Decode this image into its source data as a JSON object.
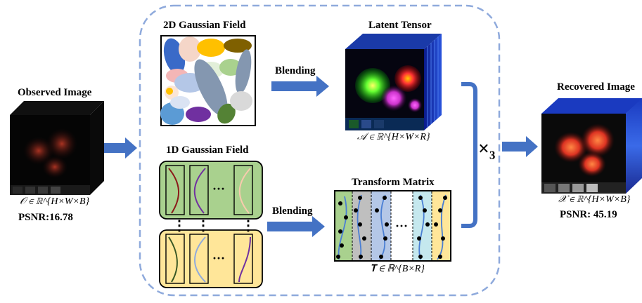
{
  "labels": {
    "observed_title": "Observed Image",
    "observed_math": "𝒪 ∈ ℝ^{H×W×B}",
    "observed_psnr": "PSNR:16.78",
    "gaussian2d_title": "2D Gaussian Field",
    "gaussian1d_title": "1D Gaussian Field",
    "blending_top": "Blending",
    "blending_bottom": "Blending",
    "latent_title": "Latent Tensor",
    "latent_math": "𝒜 ∈ ℝ^{H×W×R}",
    "transform_title": "Transform Matrix",
    "transform_math": "𝐓 ∈ ℝ^{B×R}",
    "times3": "×₃",
    "recovered_title": "Recovered Image",
    "recovered_math": "𝒳 ∈ ℝ^{H×W×B}",
    "recovered_psnr": "PSNR: 45.19",
    "dots": "···",
    "vdots": "⋮"
  },
  "colors": {
    "arrow": "#4472c4",
    "dashed_border": "#8faadc",
    "green_panel": "#a9d18e",
    "yellow_panel": "#ffe699",
    "latent_frame": "#1a3aa8"
  }
}
